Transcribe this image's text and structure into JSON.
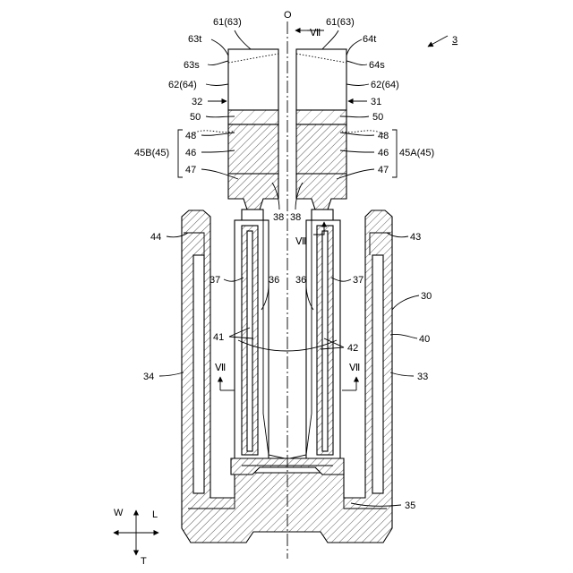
{
  "figure": {
    "ref_number": "3",
    "axis_label": "O",
    "section_mark": "Ⅶ",
    "labels": {
      "l61_63_left": "61(63)",
      "l61_63_right": "61(63)",
      "l63t": "63t",
      "l64t": "64t",
      "l63s": "63s",
      "l64s": "64s",
      "l62_64_left": "62(64)",
      "l62_64_right": "62(64)",
      "l32": "32",
      "l31": "31",
      "l50_left": "50",
      "l50_right": "50",
      "l48_left": "48",
      "l48_right": "48",
      "l46_left": "46",
      "l46_right": "46",
      "l47_left": "47",
      "l47_right": "47",
      "l45b": "45B(45)",
      "l45a": "45A(45)",
      "l38_left": "38",
      "l38_right": "38",
      "l44": "44",
      "l43": "43",
      "l37_left": "37",
      "l37_right": "37",
      "l36_left": "36",
      "l36_right": "36",
      "l30": "30",
      "l40": "40",
      "l41": "41",
      "l42": "42",
      "l34": "34",
      "l33": "33",
      "l35": "35"
    },
    "direction_labels": {
      "w": "W",
      "l": "L",
      "t": "T"
    }
  }
}
